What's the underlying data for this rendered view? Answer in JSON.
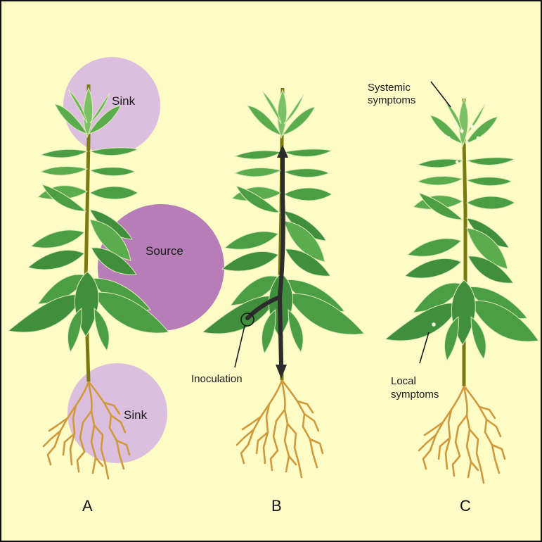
{
  "diagram": {
    "colors": {
      "background": "#fdfbc6",
      "border": "#111111",
      "leaf_dark": "#3f8f3c",
      "leaf_light": "#5aac4c",
      "leaf_tip": "#7cc065",
      "stem": "#7a7a10",
      "root": "#cf9a3c",
      "sink": "#dcbedf",
      "source": "#b77db7",
      "arrow": "#2c2c2c",
      "symptom": "#f4f6d8"
    },
    "plant_a": {
      "panel_label": "A",
      "sink_top_label": "Sink",
      "source_label": "Source",
      "sink_bottom_label": "Sink"
    },
    "plant_b": {
      "panel_label": "B",
      "inoculation_label": "Inoculation"
    },
    "plant_c": {
      "panel_label": "C",
      "systemic_line1": "Systemic",
      "systemic_line2": "symptoms",
      "local_line1": "Local",
      "local_line2": "symptoms"
    }
  }
}
